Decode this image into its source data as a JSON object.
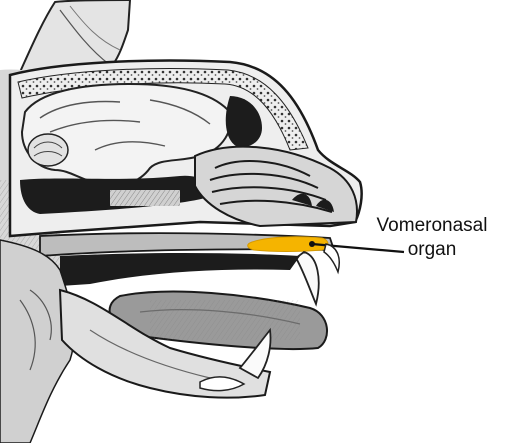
{
  "annotation": {
    "label_line1": "Vomeronasal",
    "label_line2": "organ"
  },
  "colors": {
    "organ_highlight": "#F5B400",
    "pointer_line": "#111111",
    "bone_fill": "#e9e9e9",
    "tissue_fill": "#c9c9c9",
    "cavity_dark": "#1c1c1c",
    "brain_fill": "#f2f2f2"
  },
  "icons": {
    "anatomy": "cat-head-sagittal-section"
  }
}
